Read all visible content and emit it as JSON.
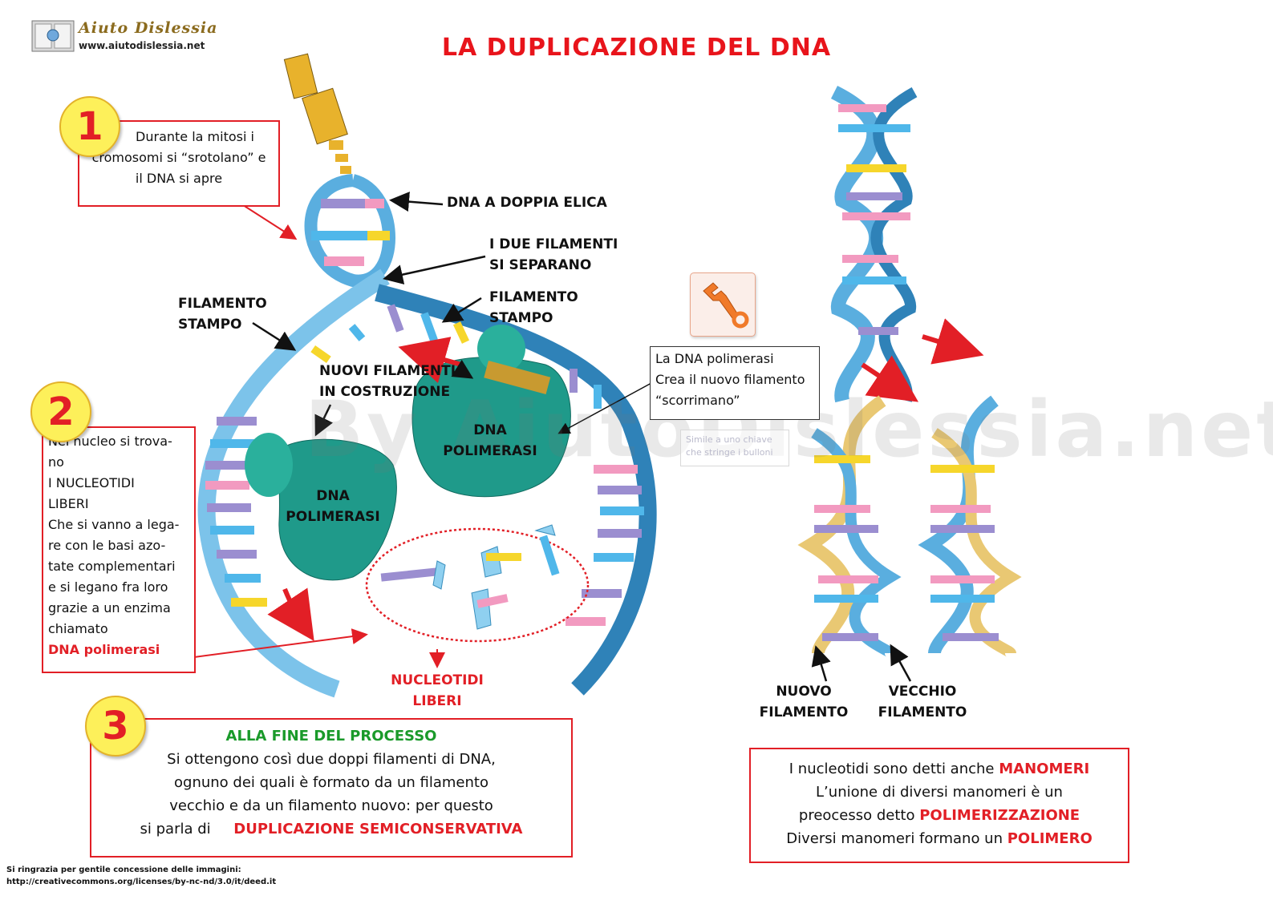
{
  "header": {
    "title": "LA DUPLICAZIONE DEL DNA",
    "logo_name": "Aiuto Dislessia",
    "logo_url": "www.aiutodislessia.net"
  },
  "step1": {
    "number": "1",
    "text_lines": [
      "Durante la mitosi i",
      "cromosomi si “srotolano” e",
      "il DNA si apre"
    ]
  },
  "step2": {
    "number": "2",
    "text_lines": [
      "Nel nucleo si trova-",
      "no",
      "I NUCLEOTIDI",
      "LIBERI",
      "Che si vanno a lega-",
      "re con le basi azo-",
      "tate complementari",
      "e si legano fra loro",
      "grazie a un enzima",
      "chiamato"
    ],
    "highlight": "DNA polimerasi"
  },
  "step3": {
    "number": "3",
    "heading": "ALLA FINE DEL PROCESSO",
    "lines": [
      "Si ottengono così  due doppi filamenti di DNA,",
      "ognuno dei quali è formato da un filamento",
      "vecchio e da un filamento nuovo: per questo"
    ],
    "last_prefix": "si parla di",
    "last_highlight": "DUPLICAZIONE SEMICONSERVATIVA"
  },
  "labels": {
    "dna_double_helix": "DNA A DOPPIA ELICA",
    "strands_separate": [
      "I DUE FILAMENTI",
      "SI SEPARANO"
    ],
    "template_strand_left": [
      "FILAMENTO",
      "STAMPO"
    ],
    "template_strand_right": [
      "FILAMENTO",
      "STAMPO"
    ],
    "new_strands": [
      "NUOVI FILAMENTI",
      "IN COSTRUZIONE"
    ],
    "polymerase_1": [
      "DNA",
      "POLIMERASI"
    ],
    "polymerase_2": [
      "DNA",
      "POLIMERASI"
    ],
    "free_nucleotides": [
      "NUCLEOTIDI",
      "LIBERI"
    ],
    "new_strand": [
      "NUOVO",
      "FILAMENTO"
    ],
    "old_strand": [
      "VECCHIO",
      "FILAMENTO"
    ]
  },
  "polymerase_note": {
    "lines": [
      "La DNA polimerasi",
      "Crea il nuovo filamento",
      "“scorrimano”"
    ]
  },
  "tooltip": {
    "lines": [
      "Simile a uno chiave",
      "che stringe i bulloni"
    ]
  },
  "watermark": "By AiutoDislessia.net",
  "info_box": {
    "line1_prefix": "I nucleotidi sono detti anche",
    "line1_highlight": "MANOMERI",
    "line2": "L’unione di diversi manomeri è un",
    "line3_prefix": "preocesso detto",
    "line3_highlight": "POLIMERIZZAZIONE",
    "line4_prefix": "Diversi  manomeri formano un",
    "line4_highlight": "POLIMERO"
  },
  "credits": {
    "line1": "Si ringrazia per gentile concessione delle immagini:",
    "line2": "http://creativecommons.org/licenses/by-nc-nd/3.0/it/deed.it"
  },
  "colors": {
    "accent_red": "#e21f26",
    "step_circle": "#fdf05a",
    "helix_blue": "#4aa8dc",
    "helix_gold": "#e9c873",
    "polymerase_teal": "#1f9a8a"
  }
}
